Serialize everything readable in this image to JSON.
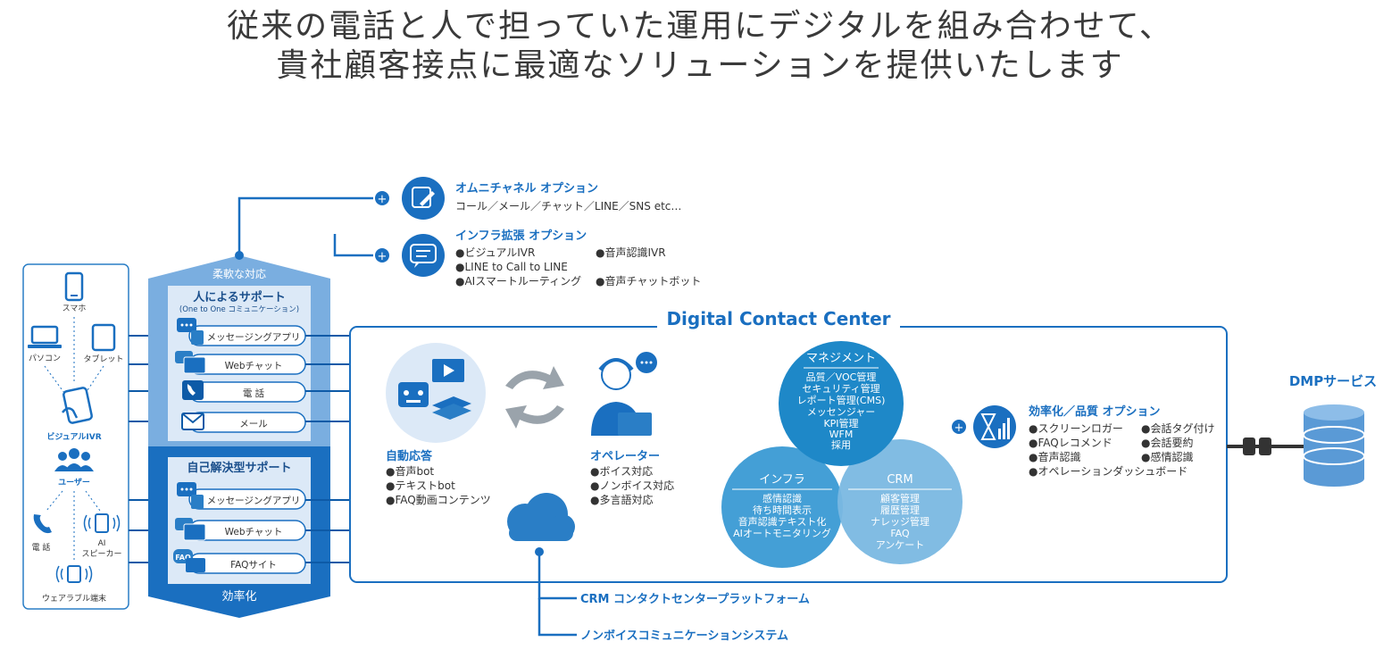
{
  "heading": {
    "line1": "従来の電話と人で担っていた運用にデジタルを組み合わせて、",
    "line2": "貴社顧客接点に最適なソリューションを提供いたします"
  },
  "users": {
    "smartphone": "スマホ",
    "pc": "パソコン",
    "tablet": "タブレット",
    "visual_ivr": "ビジュアルIVR",
    "user": "ユーザー",
    "phone": "電 話",
    "ai_speaker_1": "AI",
    "ai_speaker_2": "スピーカー",
    "wearable": "ウェアラブル端末"
  },
  "support": {
    "flexible": "柔軟な対応",
    "human_title": "人によるサポート",
    "human_sub": "(One to One コミュニケーション)",
    "human_items": [
      "メッセージングアプリ",
      "Webチャット",
      "電 話",
      "メール"
    ],
    "self_title": "自己解決型サポート",
    "self_items": [
      "メッセージングアプリ",
      "Webチャット",
      "FAQサイト"
    ],
    "faq_badge": "FAQ",
    "efficiency": "効率化"
  },
  "omni_option": {
    "title": "オムニチャネル オプション",
    "desc": "コール／メール／チャット／LINE／SNS etc…"
  },
  "infra_option": {
    "title": "インフラ拡張 オプション",
    "col1": [
      "●ビジュアルIVR",
      "●LINE to Call to LINE",
      "●AIスマートルーティング"
    ],
    "col2": [
      "●音声認識IVR",
      "●音声チャットボット"
    ]
  },
  "dcc": {
    "title": "Digital Contact Center",
    "auto_title": "自動応答",
    "auto_items": [
      "●音声bot",
      "●テキストbot",
      "●FAQ動画コンテンツ"
    ],
    "operator_title": "オペレーター",
    "operator_items": [
      "●ボイス対応",
      "●ノンボイス対応",
      "●多言語対応"
    ],
    "management_title": "マネジメント",
    "management_items": [
      "品質／VOC管理",
      "セキュリティ管理",
      "レポート管理(CMS)",
      "メッセンジャー",
      "KPI管理",
      "WFM",
      "採用"
    ],
    "infra_title": "インフラ",
    "infra_items": [
      "感情認識",
      "待ち時間表示",
      "音声認識テキスト化",
      "AIオートモニタリング"
    ],
    "crm_title": "CRM",
    "crm_items": [
      "顧客管理",
      "履歴管理",
      "ナレッジ管理",
      "FAQ",
      "アンケート"
    ]
  },
  "efficiency_option": {
    "title": "効率化／品質 オプション",
    "col1": [
      "●スクリーンロガー",
      "●FAQレコメンド",
      "●音声認識",
      "●オペレーションダッシュボード"
    ],
    "col2": [
      "●会話タグ付け",
      "●会話要約",
      "●感情認識"
    ]
  },
  "dmp": "DMPサービス",
  "platform": {
    "crm": "CRM コンタクトセンタープラットフォーム",
    "nonvoice": "ノンボイスコミュニケーションシステム"
  },
  "colors": {
    "primary": "#1a6fc0",
    "dark": "#0d5aa7",
    "light_panel": "#a9c8ea",
    "pale": "#dce9f7",
    "management": "#1e88c8",
    "infra": "#3a9ad4",
    "crm": "#7ab8e2"
  }
}
